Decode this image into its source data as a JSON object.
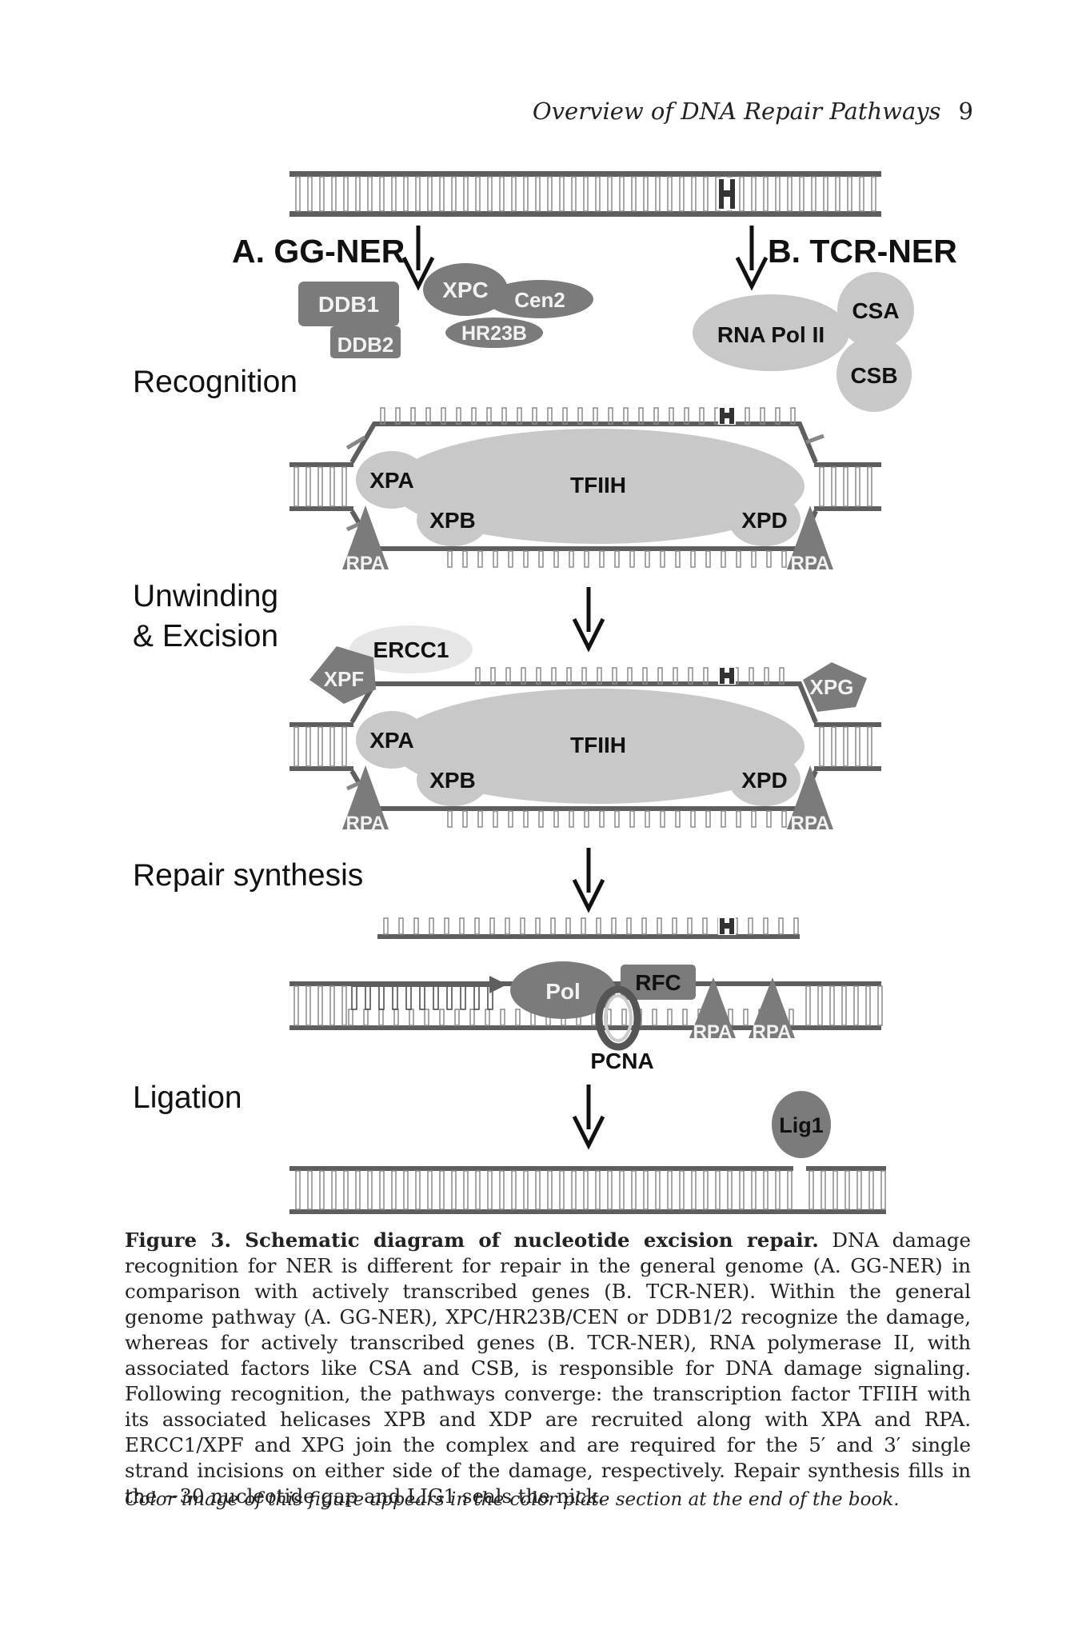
{
  "header": {
    "running_title": "Overview of DNA Repair Pathways",
    "page_number": "9"
  },
  "diagram": {
    "pathways": {
      "gg_ner": "A. GG-NER",
      "tcr_ner": "B. TCR-NER"
    },
    "stages": {
      "recognition": "Recognition",
      "unwinding_line1": "Unwinding",
      "unwinding_line2": "& Excision",
      "repair_synthesis": "Repair synthesis",
      "ligation": "Ligation"
    },
    "proteins": {
      "ddb1": "DDB1",
      "ddb2": "DDB2",
      "xpc": "XPC",
      "cen2": "Cen2",
      "hr23b": "HR23B",
      "rna_pol_ii": "RNA Pol II",
      "csa": "CSA",
      "csb": "CSB",
      "xpa": "XPA",
      "tfiih": "TFIIH",
      "xpb": "XPB",
      "xpd": "XPD",
      "rpa": "RPA",
      "ercc1": "ERCC1",
      "xpf": "XPF",
      "xpg": "XPG",
      "pol": "Pol",
      "rfc": "RFC",
      "pcna": "PCNA",
      "lig1": "Lig1"
    },
    "colors": {
      "dark_protein": "#7b7b7b",
      "light_protein": "#c8c8c8",
      "dna_backbone": "#5e5e5e",
      "arrow": "#111111"
    }
  },
  "caption": {
    "title": "Figure 3. Schematic diagram of nucleotide excision repair.",
    "text": "DNA damage recognition for NER is different for repair in the general genome (A. GG-NER) in comparison with actively transcribed genes (B. TCR-NER). Within the general genome pathway (A. GG-NER), XPC/HR23B/CEN or DDB1/2 recognize the damage, whereas for actively transcribed genes (B. TCR-NER), RNA polymerase II, with associated factors like CSA and CSB, is responsible for DNA damage signaling. Following recognition, the pathways converge: the transcription factor TFIIH with its associated helicases XPB and XDP are recruited along with XPA and RPA. ERCC1/XPF and XPG join the complex and are required for the 5′ and 3′ single strand incisions on either side of the damage, respectively. Repair synthesis fills in the ~30 nucleotide gap and LIG1 seals the nick."
  },
  "note": "Color image of this figure appears in the color plate section at the end of the book."
}
